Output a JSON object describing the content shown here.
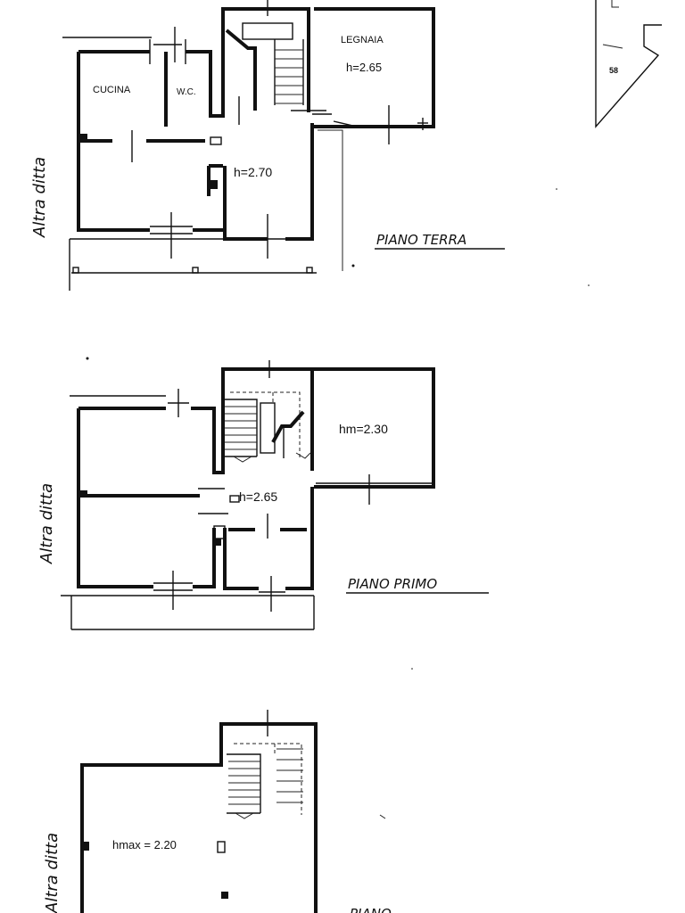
{
  "rooms": {
    "cucina": "CUCINA",
    "wc": "W.C.",
    "legnaia": "LEGNAIA",
    "legnaia_height": "h=2.65",
    "ground_height": "h=2.70",
    "first_height_left": "h=2.65",
    "first_height_right": "hm=2.30",
    "attic_height": "hmax = 2.20"
  },
  "floors": {
    "ground": "PIANO TERRA",
    "first": "PIANO PRIMO",
    "attic": "PIANO"
  },
  "neighbor_label": "Altra ditta",
  "parcel_number": "58"
}
